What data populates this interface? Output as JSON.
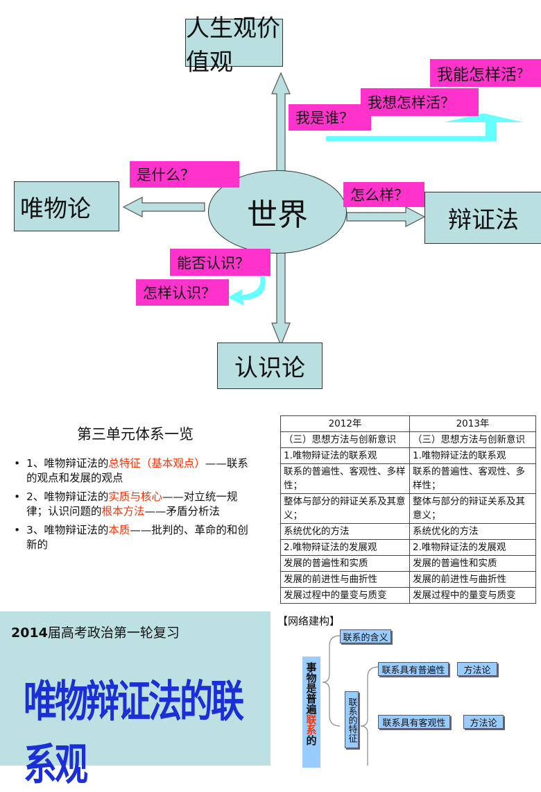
{
  "slide1": {
    "top_box": "人生观价值观",
    "center": "世界",
    "left_box": "唯物论",
    "right_box": "辩证法",
    "bottom_box": "认识论",
    "q_what": "是什么？",
    "q_how": "怎么样？",
    "q_know": "能否认识？",
    "q_howknow": "怎样认识？",
    "q_who": "我是谁？",
    "q_want": "我想怎样活？",
    "q_can": "我能怎样活",
    "q_can_mark": "？",
    "colors": {
      "box": "#b9dfe0",
      "pink": "#ff33cc",
      "arrow": "#66ffff"
    }
  },
  "slide2": {
    "title": "第三单元体系一览",
    "items": [
      {
        "a": "1、唯物辩证法的",
        "b": "总特征（基本观点）",
        "c": "——联系的观点和发展的观点"
      },
      {
        "a": "2、唯物辩证法的",
        "b": "实质与核心",
        "c": "——对立统一规律；认识问题的",
        "d": "根本方法",
        "e": "——矛盾分析法"
      },
      {
        "a": "3、唯物辩证法的",
        "b": "本质",
        "c": "——批判的、革命的和创新的"
      }
    ]
  },
  "table": {
    "headers": [
      "2012年",
      "2013年"
    ],
    "rows": [
      [
        "（三）思想方法与创新意识",
        "（三）思想方法与创新意识"
      ],
      [
        "1.唯物辩证法的联系观",
        "1.唯物辩证法的联系观"
      ],
      [
        "联系的普遍性、客观性、多样性；",
        "联系的普遍性、客观性、多样性；"
      ],
      [
        "整体与部分的辩证关系及其意义；",
        "整体与部分的辩证关系及其意义；"
      ],
      [
        "系统优化的方法",
        "系统优化的方法"
      ],
      [
        "2.唯物辩证法的发展观",
        "2.唯物辩证法的发展观"
      ],
      [
        "发展的普遍性和实质",
        "发展的普遍性和实质"
      ],
      [
        "发展的前进性与曲折性",
        "发展的前进性与曲折性"
      ],
      [
        "发展过程中的量变与质变",
        "发展过程中的量变与质变"
      ]
    ]
  },
  "slide3": {
    "subtitle_num": "2014",
    "subtitle": "届高考政治第一轮复习",
    "title": "唯物辩证法的联系观"
  },
  "network": {
    "heading": "【网络建构】",
    "root_a": "事物是普遍",
    "root_b": "联系",
    "root_c": "的",
    "meaning": "联系的含义",
    "features": "联系的特征",
    "universal": "联系具有普遍性",
    "method1": "方法论",
    "objective": "联系具有客观性",
    "method2": "方法论"
  }
}
